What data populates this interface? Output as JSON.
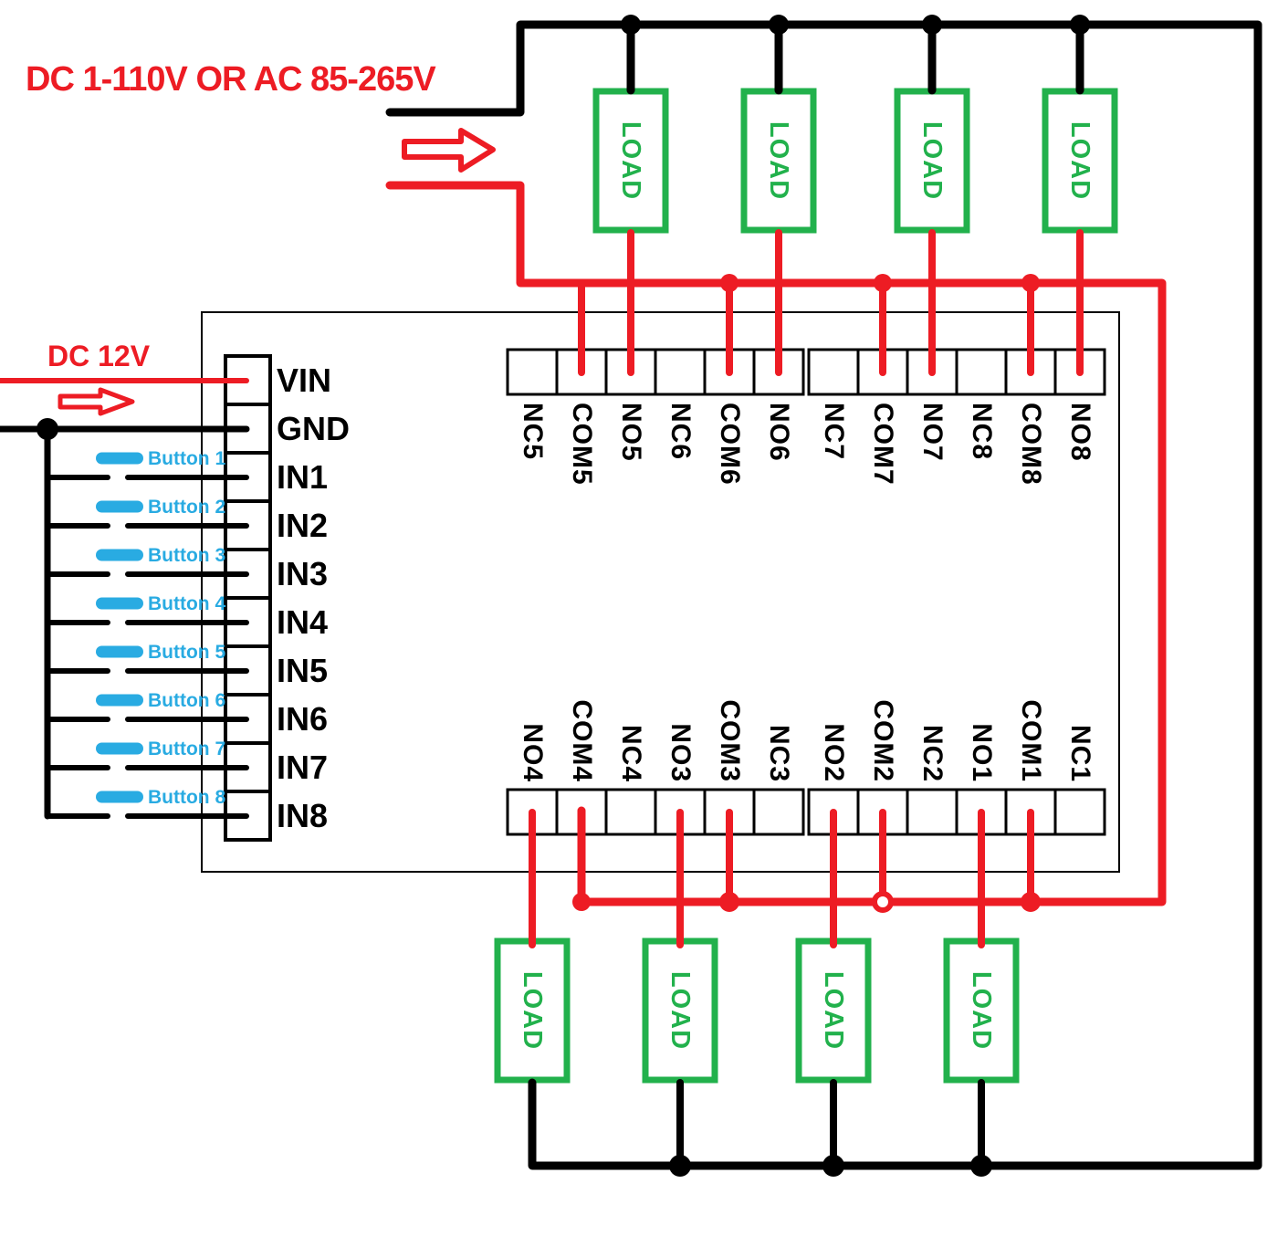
{
  "titles": {
    "mains": "DC 1-110V OR AC 85-265V",
    "low_voltage": "DC 12V"
  },
  "labels": {
    "load": "LOAD"
  },
  "left_terminals": [
    "VIN",
    "GND",
    "IN1",
    "IN2",
    "IN3",
    "IN4",
    "IN5",
    "IN6",
    "IN7",
    "IN8"
  ],
  "top_terminals": [
    "NC5",
    "COM5",
    "NO5",
    "NC6",
    "COM6",
    "NO6",
    "NC7",
    "COM7",
    "NO7",
    "NC8",
    "COM8",
    "NO8"
  ],
  "bottom_terminals": [
    "NO4",
    "COM4",
    "NC4",
    "NO3",
    "COM3",
    "NC3",
    "NO2",
    "COM2",
    "NC2",
    "NO1",
    "COM1",
    "NC1"
  ],
  "buttons": [
    "Button 1",
    "Button 2",
    "Button 3",
    "Button 4",
    "Button 5",
    "Button 6",
    "Button 7",
    "Button 8"
  ],
  "colors": {
    "red": "#ED1C24",
    "green": "#22B14C",
    "blue": "#29ABE2",
    "black": "#000000"
  }
}
